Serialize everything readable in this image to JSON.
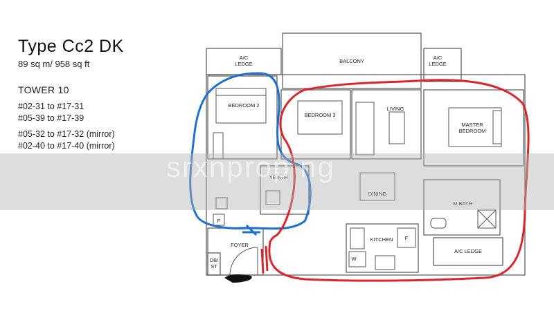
{
  "info": {
    "title": "Type Cc2 DK",
    "area": "89 sq m/ 958 sq ft",
    "tower": "TOWER 10",
    "units_group1": [
      "#02-31 to #17-31",
      "#05-39 to #17-39"
    ],
    "units_group2": [
      "#05-32 to #17-32 (mirror)",
      "#02-40 to #17-40 (mirror)"
    ]
  },
  "watermark": "srxnprop ng",
  "rooms": {
    "ac_ledge_top_left": [
      "A/C",
      "LEDGE"
    ],
    "balcony": "BALCONY",
    "ac_ledge_top_right": [
      "A/C",
      "LEDGE"
    ],
    "bedroom2": "BEDROOM 2",
    "bedroom3": "BEDROOM 3",
    "living": "LIVING",
    "master_bedroom": [
      "MASTER",
      "BEDROOM"
    ],
    "bath2": "YB.ATH",
    "dining": "DINING",
    "master_bath": "M.BATH",
    "foyer": "FOYER",
    "db_st": [
      "DB/",
      "ST"
    ],
    "kitchen": "KITCHEN",
    "fridge": "F",
    "washer": "W",
    "ac_ledge_bottom": "A/C LEDGE",
    "store_f": "F"
  },
  "colors": {
    "wall": "#555555",
    "blue_outline": "#1f6fd1",
    "red_outline": "#d8262c",
    "black_mark": "#111111",
    "watermark_band": "#b4b4b4"
  }
}
